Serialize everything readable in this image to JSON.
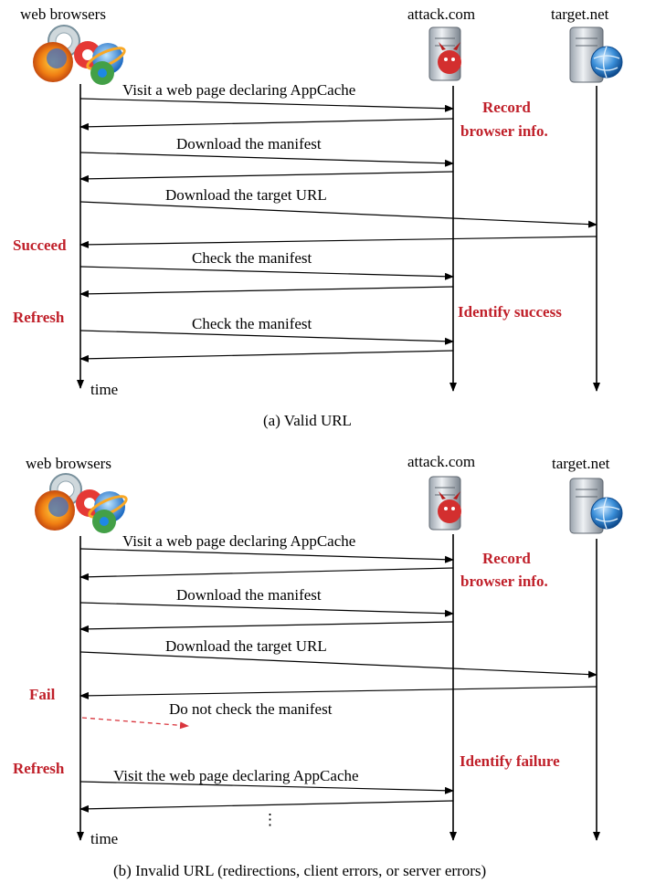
{
  "colors": {
    "accent_red": "#c0202a",
    "line": "#000000",
    "dashed_red": "#d9363e"
  },
  "panels": [
    {
      "id": "a",
      "actors": {
        "browsers": "web browsers",
        "attacker": "attack.com",
        "target": "target.net"
      },
      "time_label": "time",
      "caption": "(a) Valid URL",
      "annotations": {
        "record_1": "Record",
        "record_2": "browser info.",
        "succeed": "Succeed",
        "refresh": "Refresh",
        "identify": "Identify success"
      },
      "messages": [
        {
          "label": "Visit a web page declaring AppCache"
        },
        {
          "label": ""
        },
        {
          "label": "Download the manifest"
        },
        {
          "label": ""
        },
        {
          "label": "Download the target URL"
        },
        {
          "label": ""
        },
        {
          "label": "Check the manifest"
        },
        {
          "label": ""
        },
        {
          "label": "Check the manifest"
        },
        {
          "label": ""
        }
      ]
    },
    {
      "id": "b",
      "actors": {
        "browsers": "web browsers",
        "attacker": "attack.com",
        "target": "target.net"
      },
      "time_label": "time",
      "caption": "(b) Invalid URL (redirections, client errors, or server errors)",
      "annotations": {
        "record_1": "Record",
        "record_2": "browser info.",
        "fail": "Fail",
        "refresh": "Refresh",
        "identify": "Identify failure",
        "no_check": "Do not check the manifest",
        "ellipsis": "⋮"
      },
      "messages": [
        {
          "label": "Visit a web page declaring AppCache"
        },
        {
          "label": ""
        },
        {
          "label": "Download the manifest"
        },
        {
          "label": ""
        },
        {
          "label": "Download the target URL"
        },
        {
          "label": ""
        },
        {
          "label": "Visit the web page declaring AppCache"
        },
        {
          "label": ""
        }
      ]
    }
  ]
}
